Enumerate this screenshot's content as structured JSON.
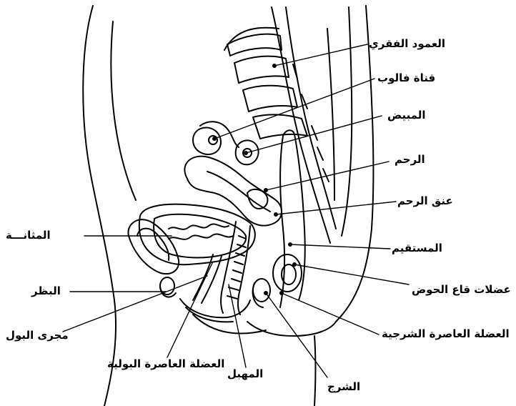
{
  "labels": {
    "spine": "العمود الفقري",
    "fallopian_tube": "قناة فالوب",
    "ovary": "المبيض",
    "uterus": "الرحم",
    "cervix": "عنق الرحم",
    "bladder": "المثانـــة",
    "rectum": "المستقيم",
    "pelvic_floor_muscles": "عضلات قاع الحوض",
    "clitoris": "البظر",
    "anal_sphincter": "العضلة العاصرة الشرجية",
    "urethra": "مجرى البول",
    "urethral_sphincter": "العضلة العاصرة البولية",
    "vagina": "المهبل",
    "anus": "الشرج"
  }
}
